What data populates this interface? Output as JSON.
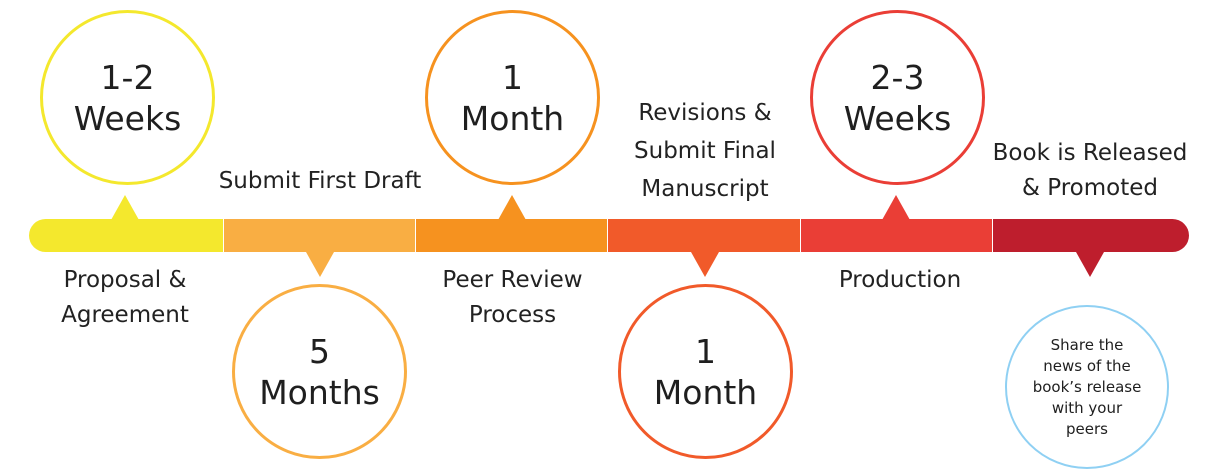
{
  "colors": {
    "seg1": "#f4e82d",
    "seg2": "#f9ae43",
    "seg3": "#f6921f",
    "seg4": "#f15a2a",
    "seg5": "#ea3e36",
    "seg6": "#be1e2d",
    "note_ring": "#8fd0f3"
  },
  "stages": [
    {
      "circle": {
        "line1": "1-2",
        "line2": "Weeks"
      },
      "label": [
        "Proposal &",
        "Agreement"
      ]
    },
    {
      "circle": {
        "line1": "5",
        "line2": "Months"
      },
      "label": [
        "Submit First Draft"
      ]
    },
    {
      "circle": {
        "line1": "1",
        "line2": "Month"
      },
      "label": [
        "Peer Review",
        "Process"
      ]
    },
    {
      "circle": {
        "line1": "1",
        "line2": "Month"
      },
      "label": [
        "Revisions &",
        "Submit Final",
        "Manuscript"
      ]
    },
    {
      "circle": {
        "line1": "2-3",
        "line2": "Weeks"
      },
      "label": [
        "Production"
      ]
    },
    {
      "circle": {
        "note": [
          "Share the",
          "news of the",
          "book’s release",
          "with your",
          "peers"
        ]
      },
      "label": [
        "Book is Released",
        "& Promoted"
      ]
    }
  ]
}
